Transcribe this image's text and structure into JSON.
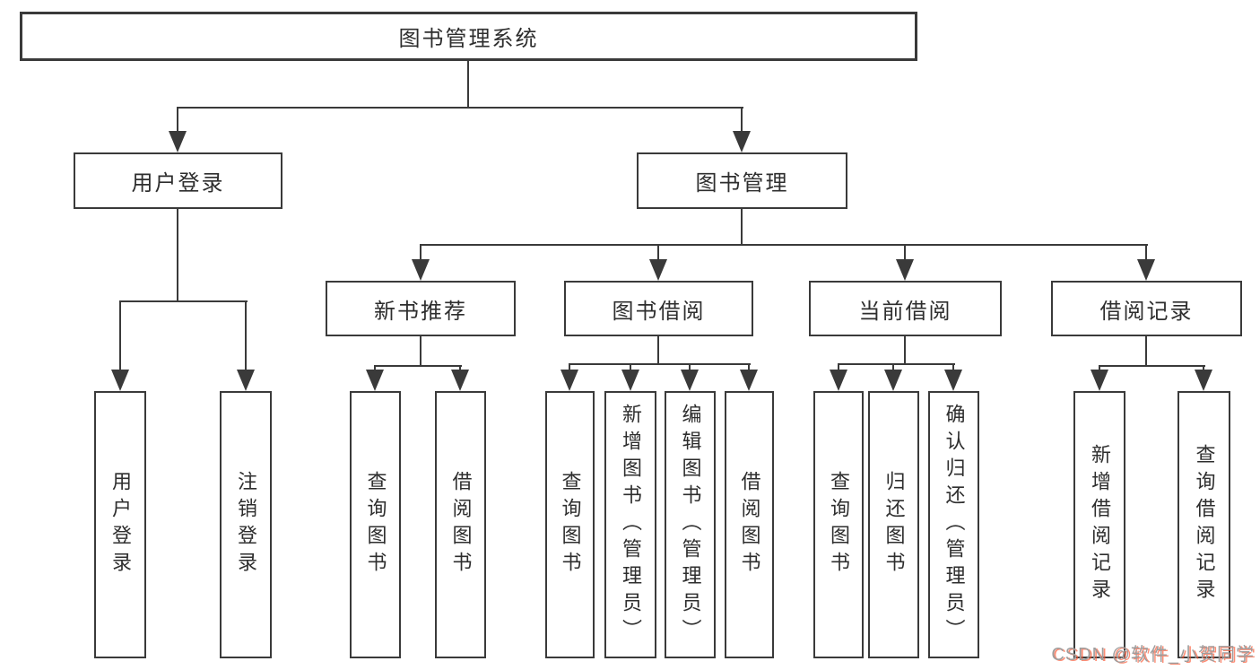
{
  "diagram": {
    "tree": {
      "label": "图书管理系统",
      "children": [
        {
          "label": "用户登录",
          "children": [
            {
              "label": "用户登录"
            },
            {
              "label": "注销登录"
            }
          ]
        },
        {
          "label": "图书管理",
          "children": [
            {
              "label": "新书推荐",
              "children": [
                {
                  "label": "查询图书"
                },
                {
                  "label": "借阅图书"
                }
              ]
            },
            {
              "label": "图书借阅",
              "children": [
                {
                  "label": "查询图书"
                },
                {
                  "label": "新增图书（管理员）"
                },
                {
                  "label": "编辑图书（管理员）"
                },
                {
                  "label": "借阅图书"
                }
              ]
            },
            {
              "label": "当前借阅",
              "children": [
                {
                  "label": "查询图书"
                },
                {
                  "label": "归还图书"
                },
                {
                  "label": "确认归还（管理员）"
                }
              ]
            },
            {
              "label": "借阅记录",
              "children": [
                {
                  "label": "新增借阅记录"
                },
                {
                  "label": "查询借阅记录"
                }
              ]
            }
          ]
        }
      ]
    }
  },
  "watermark": {
    "text": "CSDN @软件_小贺同学"
  },
  "colors": {
    "line": "#3a3a3a",
    "box_border": "#3a3a3a",
    "text": "#2e2e2e",
    "background": "#ffffff",
    "watermark": "#9e9e9e",
    "watermark_shadow": "#fc5531aa"
  }
}
